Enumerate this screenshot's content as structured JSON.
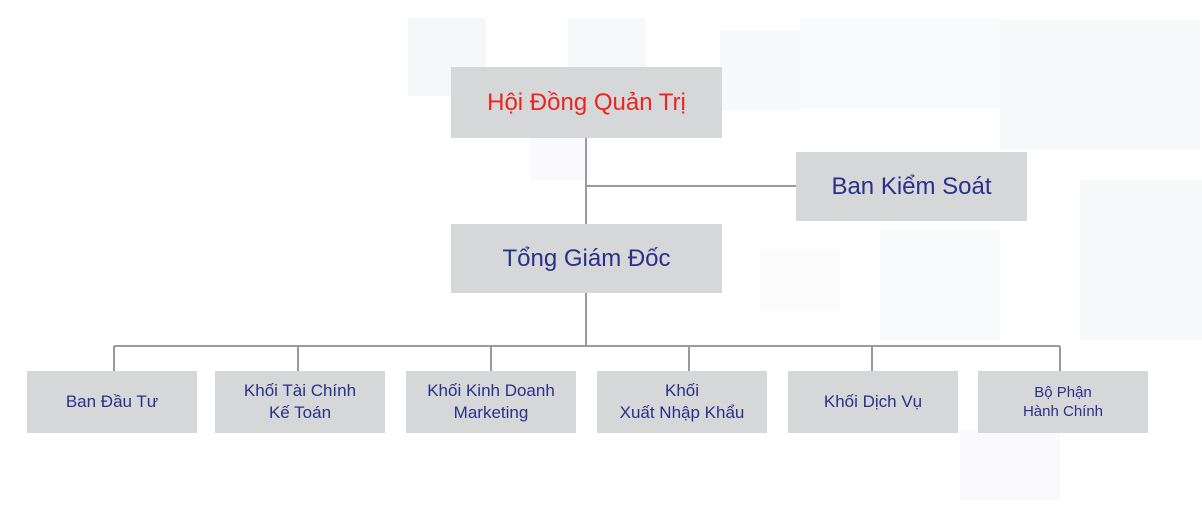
{
  "colors": {
    "box_bg": "#d6d7d9",
    "text_primary": "#2c2f8a",
    "text_accent": "#e8251e",
    "connector": "#9a9a9a"
  },
  "nodes": {
    "board": "Hội Đồng Quản Trị",
    "supervisory": "Ban Kiểm Soát",
    "ceo": "Tổng Giám Đốc",
    "departments": [
      {
        "line1": "Ban Đầu Tư",
        "line2": ""
      },
      {
        "line1": "Khối Tài Chính",
        "line2": "Kế Toán"
      },
      {
        "line1": "Khối Kinh Doanh",
        "line2": "Marketing"
      },
      {
        "line1": "Khối",
        "line2": "Xuất Nhập Khẩu"
      },
      {
        "line1": "Khối Dịch Vụ",
        "line2": ""
      },
      {
        "line1": "Bộ Phận",
        "line2": "Hành Chính"
      }
    ]
  }
}
